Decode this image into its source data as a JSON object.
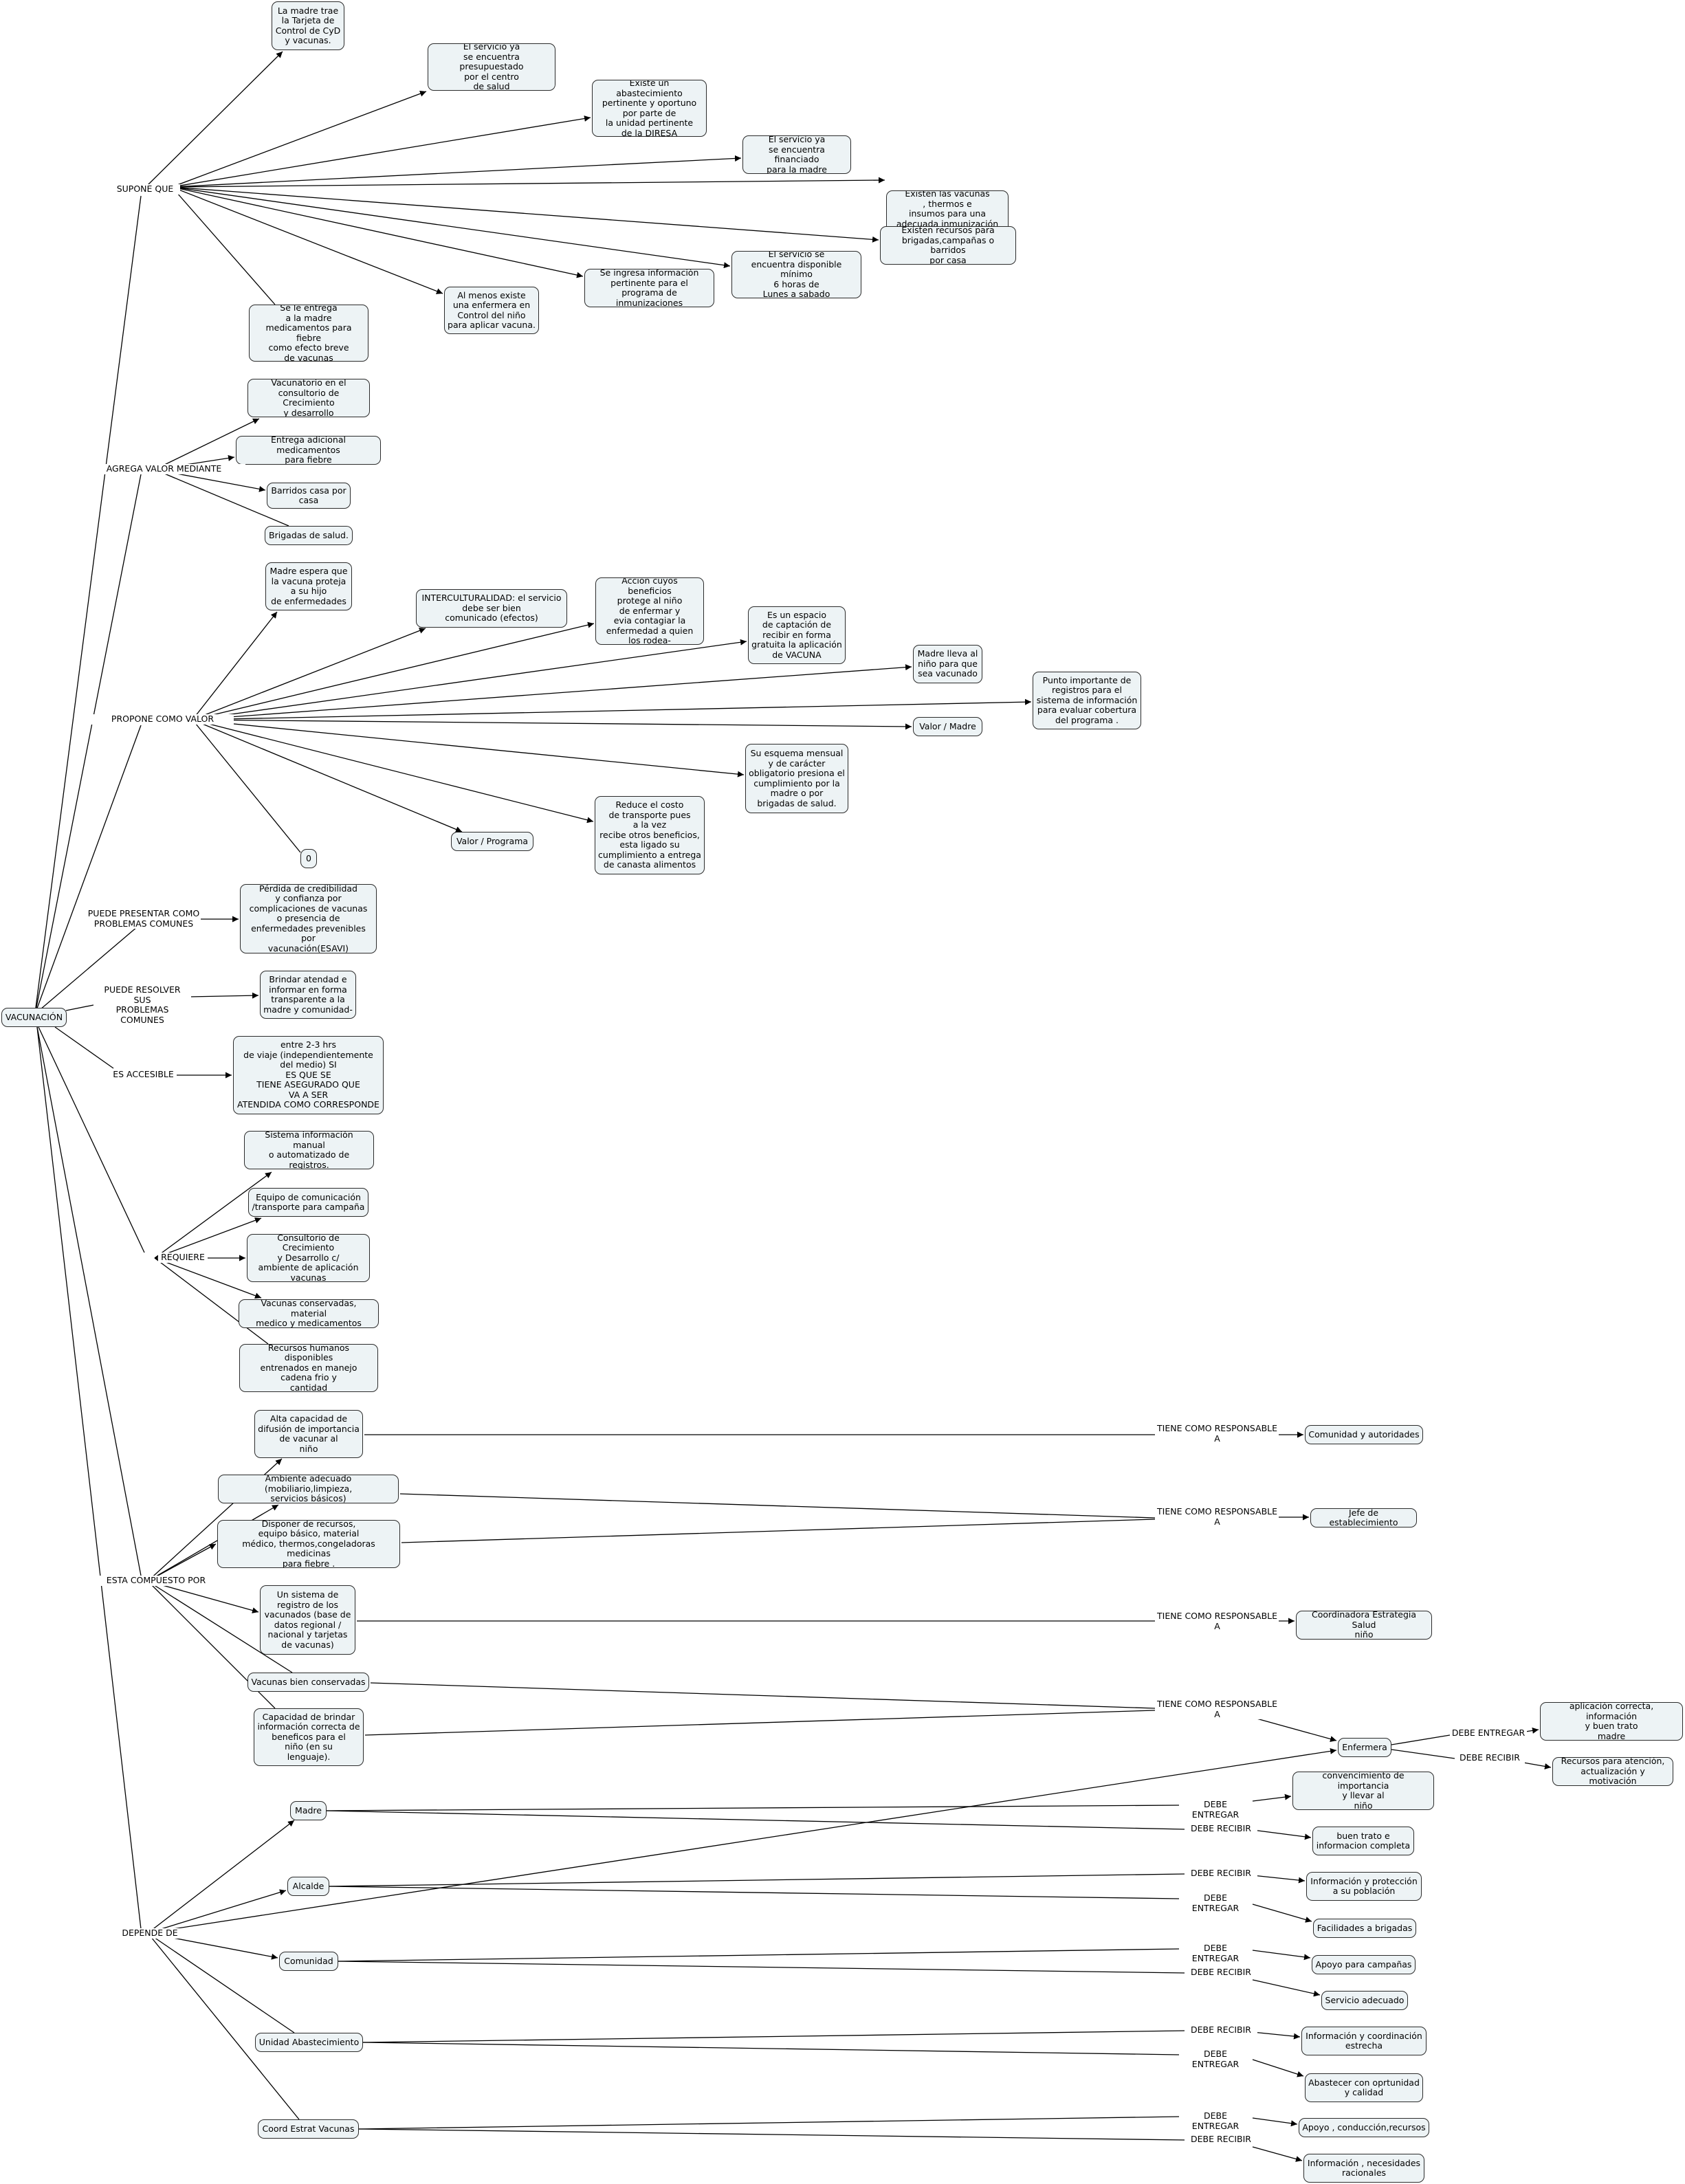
{
  "root": "VACUNACIÓN",
  "links": {
    "supone": "SUPONE QUE",
    "agrega": "AGREGA VALOR MEDIANTE",
    "propone": "PROPONE COMO VALOR",
    "puede_presentar": "PUEDE PRESENTAR COMO\nPROBLEMAS COMUNES",
    "puede_resolver": "PUEDE RESOLVER SUS\nPROBLEMAS COMUNES",
    "accesible": "ES ACCESIBLE",
    "requiere": "REQUIERE",
    "compuesto": "ESTA COMPUESTO POR",
    "depende": "DEPENDE DE",
    "responsable": "TIENE COMO RESPONSABLE\nA",
    "debe_entregar": "DEBE ENTREGAR",
    "debe_recibir": "DEBE RECIBIR"
  },
  "supone": [
    "La madre trae\nla Tarjeta de\nControl de CyD\ny vacunas.",
    "El servicio ya\nse encuentra presupuestado\npor el centro\nde salud",
    "Existe un abastecimiento\npertinente y oportuno\npor parte de\nla unidad pertinente\nde la DIRESA",
    "El servicio ya\nse encuentra financiado\npara la madre",
    "Existen las vacunas\n, thermos e\ninsumos para una\nadecuada inmunización del\nniño",
    "Existen recursos para\nbrigadas,campañas o barridos\npor casa",
    "El servicio se\nencuentra disponible mínimo\n6 horas de\nLunes a sabado",
    "Se ingresa información\npertinente para el\nprograma de inmunizaciones",
    "Al menos existe\nuna enfermera en\nControl del niño\npara aplicar vacuna.",
    "Se le entrega\na la madre\nmedicamentos para fiebre\ncomo efecto breve\nde vacunas"
  ],
  "agrega": [
    "Vacunatorio en el\nconsultorio de Crecimiento\ny desarrollo",
    "Entrega adicional medicamentos\npara fiebre",
    "Barridos casa por\ncasa",
    "Brigadas de salud."
  ],
  "propone": [
    "Madre espera que\nla vacuna proteja\na su hijo\nde enfermedades",
    "INTERCULTURALIDAD: el servicio\ndebe ser bien\ncomunicado (efectos)",
    "Acción cuyos beneficios\nprotege al niño\nde enfermar y\nevia contagiar la\nenfermedad a quien\nlos rodea-",
    "Es un espacio\nde captación de\nrecibir en forma\ngratuita la aplicación\nde VACUNA",
    "Madre lleva al\nniño para que\nsea vacunado",
    "Punto importante de\nregistros para el\nsistema de información\npara evaluar cobertura\ndel programa .",
    "Valor / Madre",
    "Su esquema mensual\ny de carácter\nobligatorio presiona el\ncumplimiento por la\nmadre o por\nbrigadas de salud.",
    "Reduce el costo\nde transporte pues\na la vez\nrecibe otros beneficios,\nesta ligado su\ncumplimiento a entrega\nde canasta alimentos",
    "Valor / Programa",
    "0"
  ],
  "problemas": "Pérdida de credibilidad\ny confianza por\ncomplicaciones de vacunas\no presencia de\nenfermedades prevenibles por\nvacunación(ESAVI)",
  "resolver": "Brindar atendad e\ninformar en forma\ntransparente a la\nmadre y comunidad-",
  "accesible": "entre 2-3 hrs\nde viaje (independientemente\ndel medio) SI\nES QUE SE\nTIENE ASEGURADO QUE\nVA A SER\nATENDIDA COMO CORRESPONDE",
  "requiere": [
    "Sistema información manual\no automatizado de\nregistros.",
    "Equipo de comunicación\n/transporte para campaña",
    "Consultorio de Crecimiento\ny Desarrollo c/\nambiente de aplicación\nvacunas",
    "Vacunas conservadas, material\nmedico y medicamentos",
    "Recursos humanos disponibles\nentrenados en manejo\ncadena frio y\ncantidad"
  ],
  "compuesto": [
    "Alta capacidad de\ndifusión de importancia\nde vacunar al\nniño",
    "Ambiente adecuado (mobiliario,limpieza,\nservicios básicos)",
    "Disponer de recursos,\nequipo básico, material\nmédico, thermos,congeladoras medicinas\npara fiebre .",
    "Un sistema de\nregistro de los\nvacunados (base de\ndatos regional /\nnacional y tarjetas\nde vacunas)",
    "Vacunas bien conservadas",
    "Capacidad de brindar\ninformación correcta de\nbeneficos para el\nniño (en su\nlenguaje)."
  ],
  "responsables": [
    "Comunidad y autoridades",
    "Jefe de establecimiento",
    "Coordinadora Estrategia Salud\nniño",
    "Enfermera"
  ],
  "enfermera_out": [
    "aplicación correcta, información\ny buen trato\nmadre",
    "Recursos para atención,\nactualización y motivación"
  ],
  "depende": [
    "Madre",
    "Alcalde",
    "Comunidad",
    "Unidad Abastecimiento",
    "Coord Estrat Vacunas"
  ],
  "depende_out": [
    "convencimiento de importancia\ny llevar al\nniño",
    "buen trato e\ninformacion completa",
    "Información y protección\na su población",
    "Facilidades a brigadas",
    "Apoyo para campañas",
    "Servicio adecuado",
    "Información y coordinación\nestrecha",
    "Abastecer con oprtunidad\ny calidad",
    "Apoyo , conducción,recursos",
    "Información , necesidades\nracionales"
  ],
  "colors": {
    "node_fill": "#edf3f5",
    "stroke": "#2b2b2b",
    "background": "#ffffff"
  }
}
